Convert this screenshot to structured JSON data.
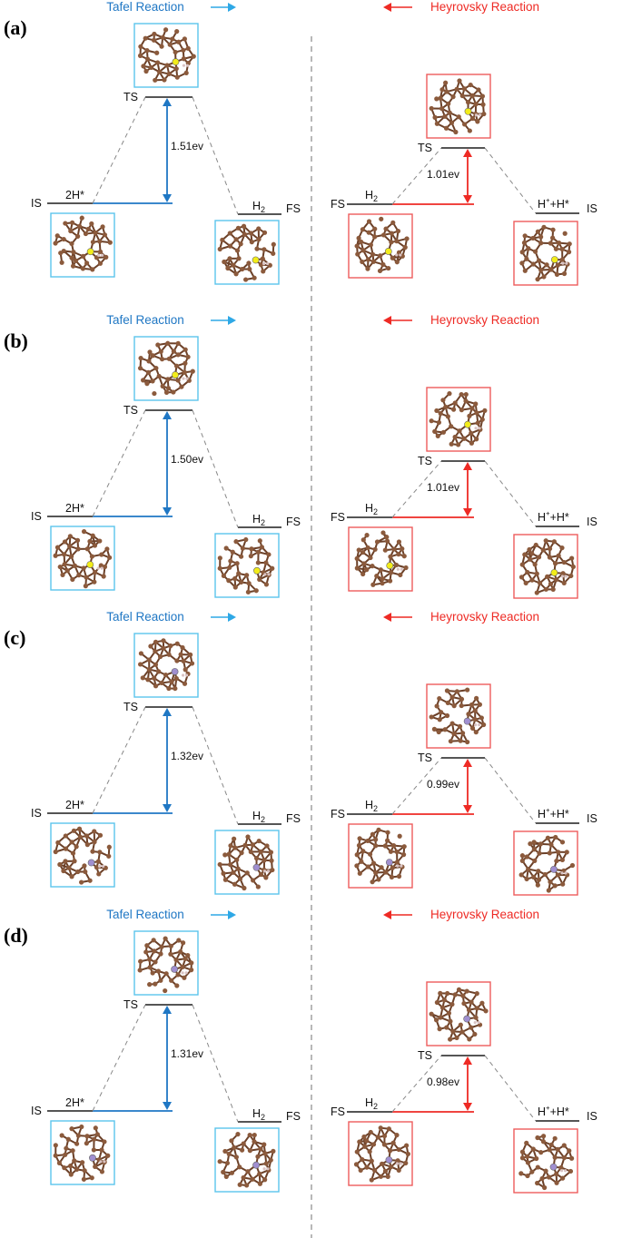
{
  "panels": [
    {
      "label": "(a)",
      "tafel": {
        "title": "Tafel Reaction",
        "ts": "TS",
        "is": "IS",
        "fs": "FS",
        "is_species": "2H*",
        "fs_species": "H",
        "fs_sub": "2",
        "barrier": "1.51ev",
        "dopant": "S"
      },
      "heyrovsky": {
        "title": "Heyrovsky Reaction",
        "ts": "TS",
        "is": "IS",
        "fs": "FS",
        "is_species_a": "H",
        "is_species_sup": "+",
        "is_species_b": "+H*",
        "fs_species": "H",
        "fs_sub": "2",
        "barrier": "1.01ev",
        "dopant": "S"
      }
    },
    {
      "label": "(b)",
      "tafel": {
        "title": "Tafel Reaction",
        "ts": "TS",
        "is": "IS",
        "fs": "FS",
        "is_species": "2H*",
        "fs_species": "H",
        "fs_sub": "2",
        "barrier": "1.50ev",
        "dopant": "S"
      },
      "heyrovsky": {
        "title": "Heyrovsky Reaction",
        "ts": "TS",
        "is": "IS",
        "fs": "FS",
        "is_species_a": "H",
        "is_species_sup": "+",
        "is_species_b": "+H*",
        "fs_species": "H",
        "fs_sub": "2",
        "barrier": "1.01ev",
        "dopant": "S"
      }
    },
    {
      "label": "(c)",
      "tafel": {
        "title": "Tafel Reaction",
        "ts": "TS",
        "is": "IS",
        "fs": "FS",
        "is_species": "2H*",
        "fs_species": "H",
        "fs_sub": "2",
        "barrier": "1.32ev",
        "dopant": "P"
      },
      "heyrovsky": {
        "title": "Heyrovsky Reaction",
        "ts": "TS",
        "is": "IS",
        "fs": "FS",
        "is_species_a": "H",
        "is_species_sup": "+",
        "is_species_b": "+H*",
        "fs_species": "H",
        "fs_sub": "2",
        "barrier": "0.99ev",
        "dopant": "P"
      }
    },
    {
      "label": "(d)",
      "tafel": {
        "title": "Tafel Reaction",
        "ts": "TS",
        "is": "IS",
        "fs": "FS",
        "is_species": "2H*",
        "fs_species": "H",
        "fs_sub": "2",
        "barrier": "1.31ev",
        "dopant": "P"
      },
      "heyrovsky": {
        "title": "Heyrovsky Reaction",
        "ts": "TS",
        "is": "IS",
        "fs": "FS",
        "is_species_a": "H",
        "is_species_sup": "+",
        "is_species_b": "+H*",
        "fs_species": "H",
        "fs_sub": "2",
        "barrier": "0.98ev",
        "dopant": "P"
      }
    }
  ],
  "colors": {
    "tafel": "#1f77c4",
    "tafel_arrow": "#2ea8e6",
    "tafel_box": "#5bc4ec",
    "heyrovsky": "#ee2a24",
    "heyrovsky_box": "#ee5c5c",
    "level": "#555555",
    "dash": "#888888",
    "carbon": "#8b5a3c",
    "bond": "#6b4028",
    "dopant_S": "#f2ec1a",
    "dopant_P": "#a08fd0",
    "hydrogen": "#d9c3c3"
  },
  "icons": {
    "tafel_direction": "right-arrow-icon",
    "heyrovsky_direction": "left-arrow-icon",
    "structure": "carbon-cluster-icon"
  }
}
